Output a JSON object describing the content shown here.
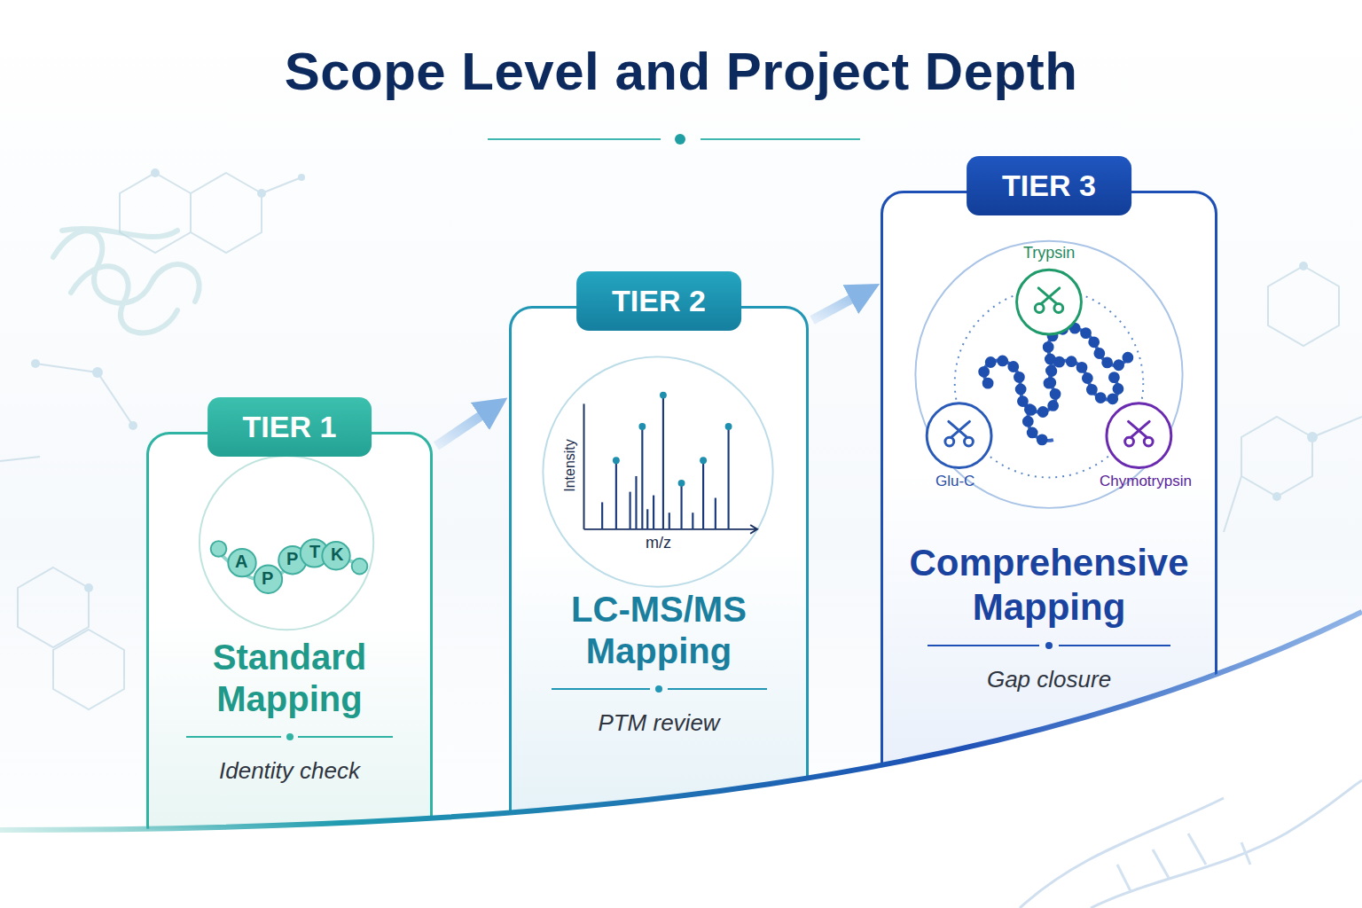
{
  "diagram": {
    "title": "Scope Level and Project Depth",
    "nodes": [
      {
        "text": [
          "TIER 1",
          "Standard Mapping",
          "Identity check"
        ]
      },
      {
        "text": [
          "TIER 2",
          "LC-MS/MS Mapping",
          "PTM review"
        ]
      },
      {
        "text": [
          "TIER 3",
          "Comprehensive Mapping",
          "Gap closure"
        ]
      }
    ],
    "edges": [
      {
        "from": 0,
        "to": 1,
        "arrow": "to"
      },
      {
        "from": 1,
        "to": 2,
        "arrow": "to"
      }
    ],
    "labels": [
      "A",
      "P",
      "P",
      "T",
      "K",
      "Intensity",
      "m/z",
      "Trypsin",
      "Glu-C",
      "Chymotrypsin"
    ]
  }
}
